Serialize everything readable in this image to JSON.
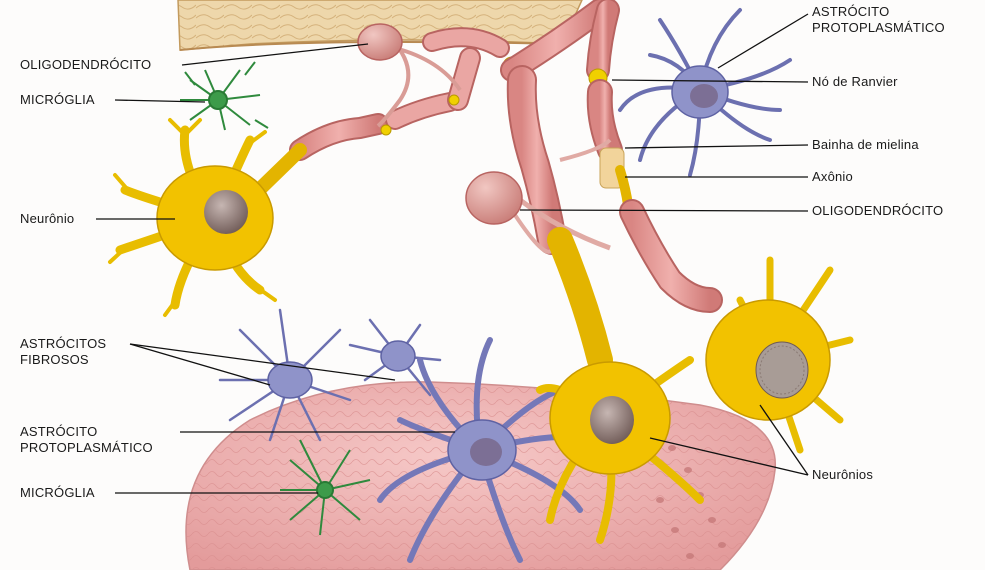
{
  "labels": {
    "left": {
      "oligodendrocyte": "OLIGODENDRÓCITO",
      "microglia_top": "MICRÓGLIA",
      "neuron": "Neurônio",
      "fibrous_astrocytes": "ASTRÓCITOS\nFIBROSOS",
      "protoplasmic_astrocyte": "ASTRÓCITO\nPROTOPLASMÁTICO",
      "microglia_bottom": "MICRÓGLIA"
    },
    "right": {
      "protoplasmic_astrocyte": "ASTRÓCITO\nPROTOPLASMÁTICO",
      "node_of_ranvier": "Nó de Ranvier",
      "myelin_sheath": "Bainha de mielina",
      "axon": "Axônio",
      "oligodendrocyte": "OLIGODENDRÓCITO",
      "neurons": "Neurônios"
    }
  },
  "colors": {
    "neuron": "#f2c200",
    "neuron_edge": "#c99a00",
    "astrocyte": "#8f93c9",
    "astrocyte_edge": "#5e62a3",
    "microglia": "#3d9b4a",
    "myelin": "#e59a97",
    "myelin_edge": "#b86461",
    "node": "#f0d000",
    "oligodendrocyte": "#dea09a",
    "capillary": "#f1b9b8",
    "tissue": "#ecd3a5",
    "nucleus": "#8e7772"
  }
}
